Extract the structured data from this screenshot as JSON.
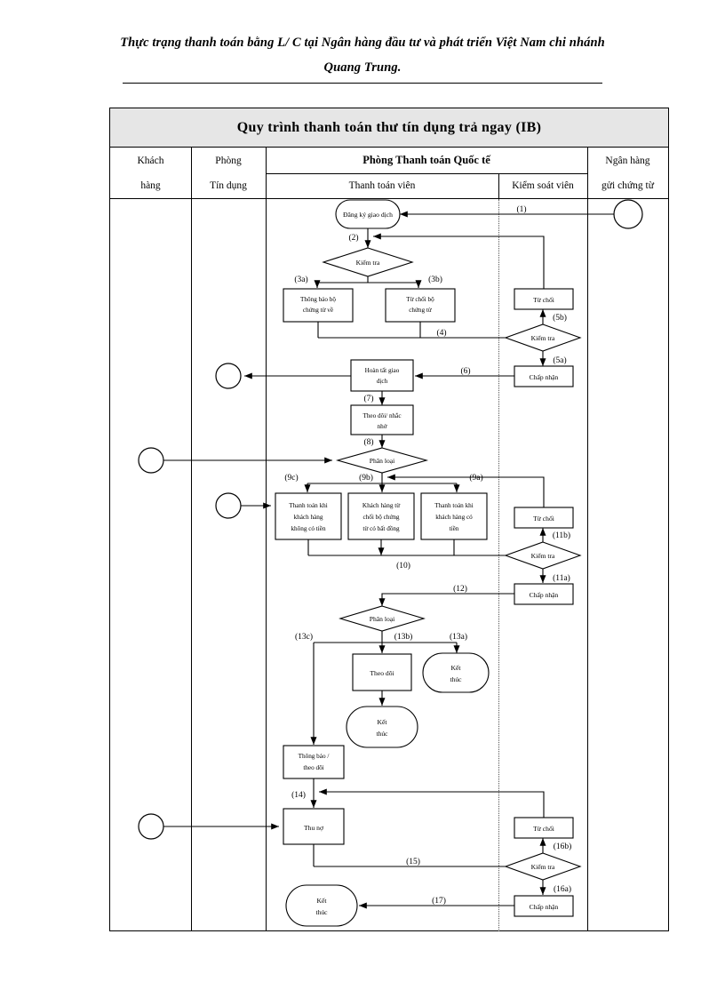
{
  "document": {
    "header_line1": "Thực trạng thanh toán bằng L/ C tại Ngân hàng đầu tư và phát triển Việt Nam chi nhánh",
    "header_line2": "Quang Trung."
  },
  "diagram": {
    "title": "Quy trình thanh toán thư tín dụng trả ngay (IB)",
    "lanes": [
      {
        "id": "khach-hang",
        "line1": "Khách",
        "line2": "hàng"
      },
      {
        "id": "phong-tin-dung",
        "line1": "Phòng",
        "line2": "Tín dụng"
      },
      {
        "id": "phong-ttqt",
        "group": "Phòng Thanh toán Quốc  tế",
        "sublanes": [
          {
            "id": "thanh-toan-vien",
            "label": "Thanh toán viên"
          },
          {
            "id": "kiem-soat-vien",
            "label": "Kiểm soát viên"
          }
        ]
      },
      {
        "id": "ngan-hang-gui",
        "line1": "Ngân hàng",
        "line2": "gửi chứng từ"
      }
    ],
    "nodes": {
      "dang_ky_giao_dich": "Đăng ký giao dịch",
      "kiem_tra_1": "Kiểm tra",
      "thong_bao_bo_chung_tu_ve": "Thông báo bộ\nchứng từ về",
      "tu_choi_bo_chung_tu": "Từ chối bộ\nchứng từ",
      "tu_choi_1": "Từ chối",
      "kiem_tra_2": "Kiểm tra",
      "chap_nhan_1": "Chấp nhận",
      "hoan_tat_giao_dich": "Hoàn tất giao\ndịch",
      "theo_doi_nhac_nho": "Theo dõi/ nhắc\nnhở",
      "phan_loai_1": "Phân loại",
      "tt_khong_co_tien": "Thanh toán khi\nkhách hàng\nkhông có tiền",
      "kh_tu_choi_bat_dong": "Khách hàng từ\nchối bộ chứng\ntừ có bất đồng",
      "tt_co_tien": "Thanh toán khi\nkhách hàng có\ntiền",
      "tu_choi_2": "Từ chối",
      "kiem_tra_3": "Kiểm tra",
      "chap_nhan_2": "Chấp nhận",
      "phan_loai_2": "Phân loại",
      "theo_doi": "Theo dõi",
      "ket_thuc_a": "Kết\nthúc",
      "ket_thuc_b": "Kết\nthúc",
      "thong_bao_theo_doi": "Thông báo /\ntheo dõi",
      "thu_no": "Thu nợ",
      "tu_choi_3": "Từ chối",
      "kiem_tra_4": "Kiểm tra",
      "chap_nhan_3": "Chấp nhận",
      "ket_thuc_c": "Kết\nthúc"
    },
    "step_labels": [
      "(1)",
      "(2)",
      "(3a)",
      "(3b)",
      "(4)",
      "(5a)",
      "(5b)",
      "(6)",
      "(7)",
      "(8)",
      "(9a)",
      "(9b)",
      "(9c)",
      "(10)",
      "(11a)",
      "(11b)",
      "(12)",
      "(13a)",
      "(13b)",
      "(13c)",
      "(14)",
      "(15)",
      "(16a)",
      "(16b)",
      "(17)"
    ],
    "colors": {
      "title_band_bg": "#e6e6e6",
      "line": "#000000",
      "node_fill": "#ffffff"
    }
  }
}
